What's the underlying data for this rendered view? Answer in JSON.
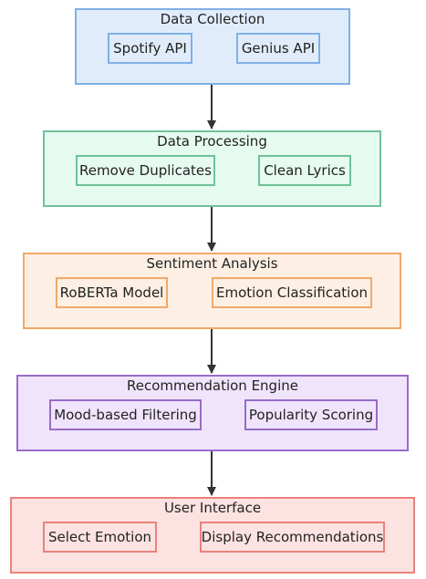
{
  "diagram": {
    "groups": [
      {
        "title": "Data Collection",
        "nodes": [
          "Spotify API",
          "Genius API"
        ]
      },
      {
        "title": "Data Processing",
        "nodes": [
          "Remove Duplicates",
          "Clean Lyrics"
        ]
      },
      {
        "title": "Sentiment Analysis",
        "nodes": [
          "RoBERTa Model",
          "Emotion Classification"
        ]
      },
      {
        "title": "Recommendation Engine",
        "nodes": [
          "Mood-based Filtering",
          "Popularity Scoring"
        ]
      },
      {
        "title": "User Interface",
        "nodes": [
          "Select Emotion",
          "Display Recommendations"
        ]
      }
    ],
    "edges": [
      {
        "from": "Data Collection",
        "to": "Data Processing"
      },
      {
        "from": "Data Processing",
        "to": "Sentiment Analysis"
      },
      {
        "from": "Sentiment Analysis",
        "to": "Recommendation Engine"
      },
      {
        "from": "Recommendation Engine",
        "to": "User Interface"
      }
    ]
  }
}
